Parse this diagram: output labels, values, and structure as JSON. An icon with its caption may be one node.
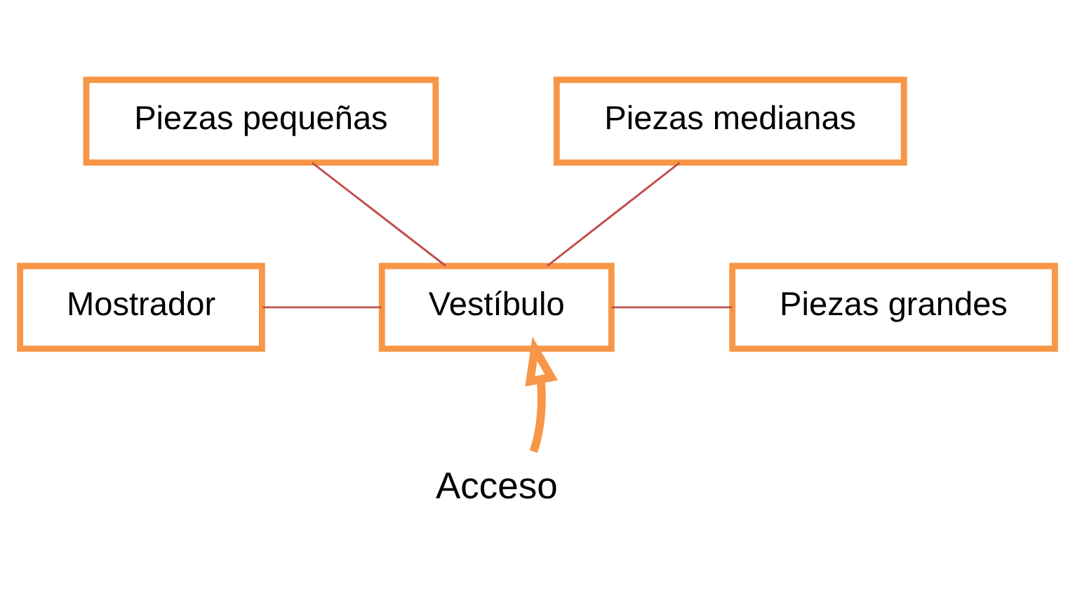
{
  "diagram": {
    "nodes": [
      {
        "text": [
          "Piezas pequeñas"
        ]
      },
      {
        "text": [
          "Piezas medianas"
        ]
      },
      {
        "text": [
          "Mostrador"
        ]
      },
      {
        "text": [
          "Vestíbulo"
        ]
      },
      {
        "text": [
          "Piezas grandes"
        ]
      },
      {
        "text": [
          "Acceso"
        ]
      }
    ],
    "edges": [
      {
        "from": 0,
        "to": 3,
        "arrow": "none"
      },
      {
        "from": 1,
        "to": 3,
        "arrow": "none"
      },
      {
        "from": 2,
        "to": 3,
        "arrow": "none"
      },
      {
        "from": 3,
        "to": 4,
        "arrow": "none"
      },
      {
        "from": 5,
        "to": 3,
        "arrow": "to",
        "style": "thick",
        "color": "#f79646"
      }
    ]
  }
}
